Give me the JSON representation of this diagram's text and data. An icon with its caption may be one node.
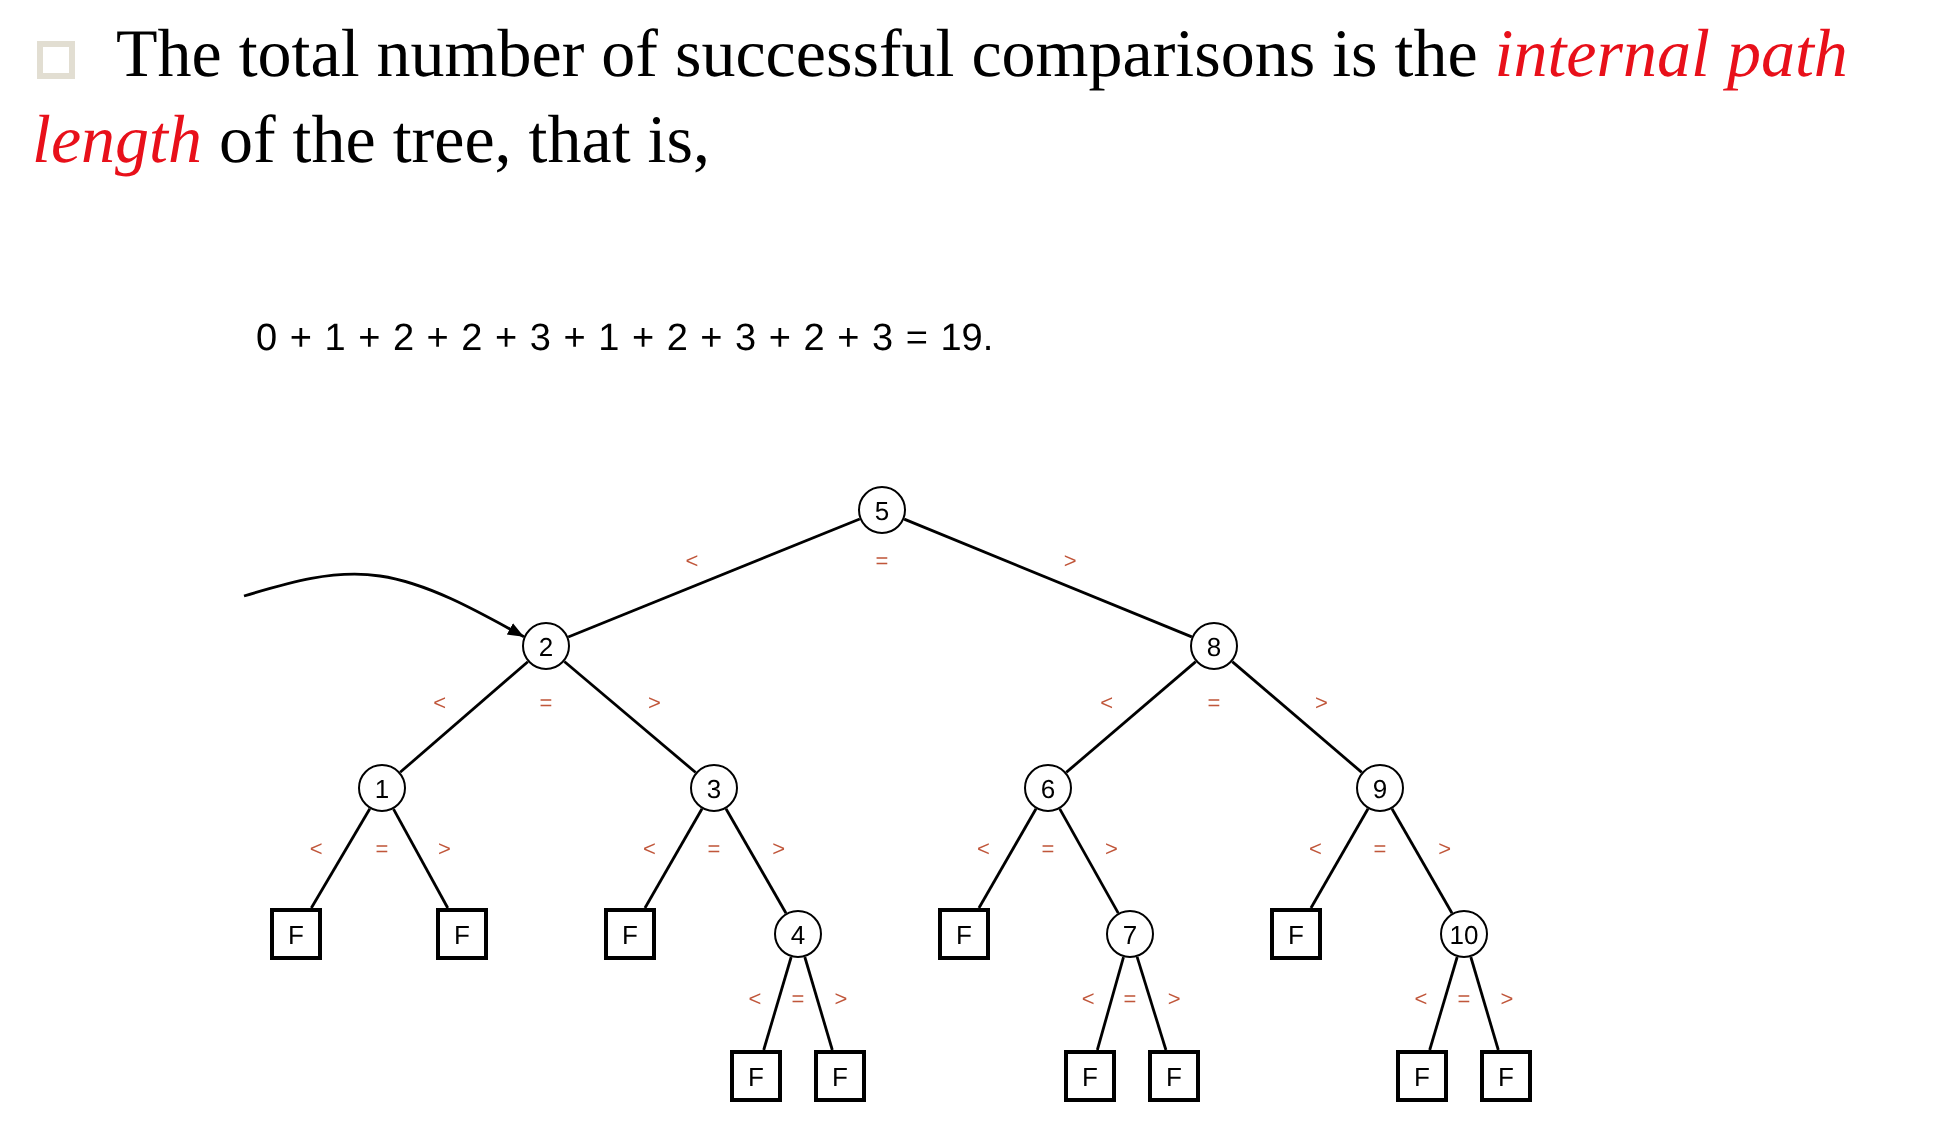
{
  "diagram": {
    "nodes": [
      {
        "text": [
          "5"
        ]
      },
      {
        "text": [
          "2"
        ]
      },
      {
        "text": [
          "8"
        ]
      },
      {
        "text": [
          "1"
        ]
      },
      {
        "text": [
          "3"
        ]
      },
      {
        "text": [
          "6"
        ]
      },
      {
        "text": [
          "9"
        ]
      },
      {
        "text": [
          "F"
        ]
      },
      {
        "text": [
          "F"
        ]
      },
      {
        "text": [
          "F"
        ]
      },
      {
        "text": [
          "4"
        ]
      },
      {
        "text": [
          "F"
        ]
      },
      {
        "text": [
          "7"
        ]
      },
      {
        "text": [
          "F"
        ]
      },
      {
        "text": [
          "10"
        ]
      },
      {
        "text": [
          "F"
        ]
      },
      {
        "text": [
          "F"
        ]
      },
      {
        "text": [
          "F"
        ]
      },
      {
        "text": [
          "F"
        ]
      },
      {
        "text": [
          "F"
        ]
      },
      {
        "text": [
          "F"
        ]
      }
    ],
    "edges": [
      {
        "from": null,
        "to": 1,
        "arrow": "to"
      },
      {
        "from": 0,
        "to": 1,
        "arrow": "none",
        "label": "<"
      },
      {
        "from": 0,
        "to": 2,
        "arrow": "none",
        "label": ">"
      },
      {
        "from": 1,
        "to": 3,
        "arrow": "none",
        "label": "<"
      },
      {
        "from": 1,
        "to": 4,
        "arrow": "none",
        "label": ">"
      },
      {
        "from": 2,
        "to": 5,
        "arrow": "none",
        "label": "<"
      },
      {
        "from": 2,
        "to": 6,
        "arrow": "none",
        "label": ">"
      },
      {
        "from": 3,
        "to": 7,
        "arrow": "none",
        "label": "<"
      },
      {
        "from": 3,
        "to": 8,
        "arrow": "none",
        "label": ">"
      },
      {
        "from": 4,
        "to": 9,
        "arrow": "none",
        "label": "<"
      },
      {
        "from": 4,
        "to": 10,
        "arrow": "none",
        "label": ">"
      },
      {
        "from": 5,
        "to": 11,
        "arrow": "none",
        "label": "<"
      },
      {
        "from": 5,
        "to": 12,
        "arrow": "none",
        "label": ">"
      },
      {
        "from": 6,
        "to": 13,
        "arrow": "none",
        "label": "<"
      },
      {
        "from": 6,
        "to": 14,
        "arrow": "none",
        "label": ">"
      },
      {
        "from": 10,
        "to": 15,
        "arrow": "none",
        "label": "<"
      },
      {
        "from": 10,
        "to": 16,
        "arrow": "none",
        "label": ">"
      },
      {
        "from": 12,
        "to": 17,
        "arrow": "none",
        "label": "<"
      },
      {
        "from": 12,
        "to": 18,
        "arrow": "none",
        "label": ">"
      },
      {
        "from": 14,
        "to": 19,
        "arrow": "none",
        "label": "<"
      },
      {
        "from": 14,
        "to": 20,
        "arrow": "none",
        "label": ">"
      }
    ],
    "labels": [
      "The total number of successful comparisons  is the *internal path length* of the tree, that is,",
      "0 + 1 + 2 + 2 + 3 + 1 + 2 + 3 + 2 + 3 = 19.",
      "=",
      "=",
      "=",
      "=",
      "=",
      "=",
      "=",
      "=",
      "=",
      "="
    ]
  }
}
